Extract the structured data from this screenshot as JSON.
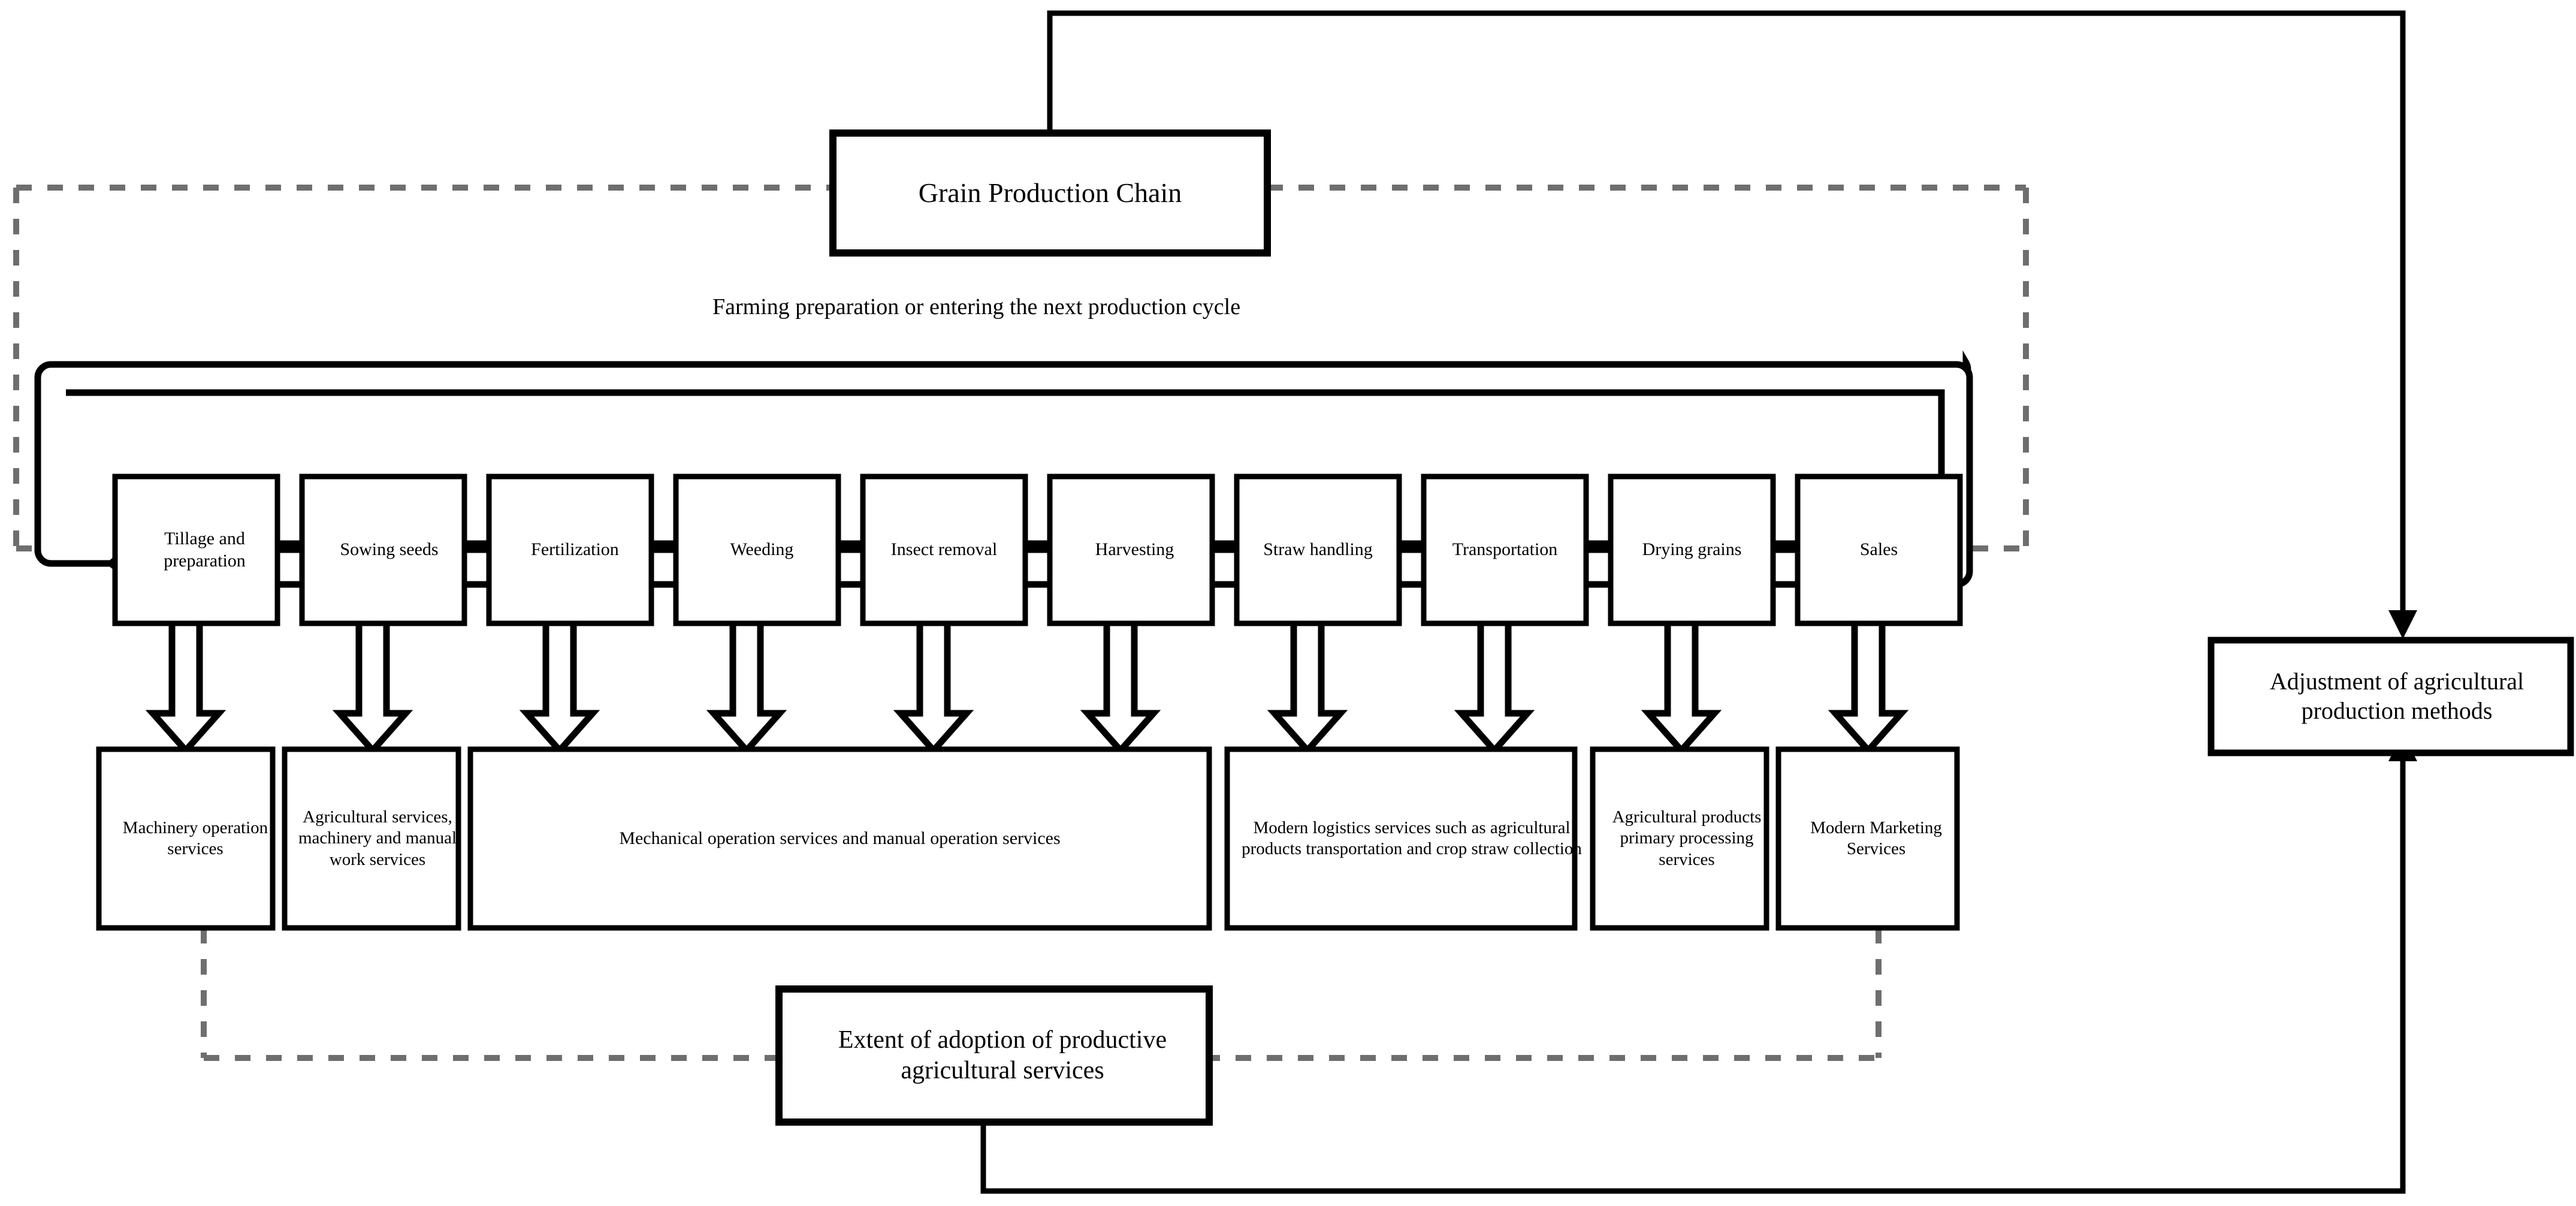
{
  "diagram": {
    "title_box": {
      "label": "Grain Production Chain"
    },
    "cycle_note": {
      "label": "Farming preparation or entering the next production cycle"
    },
    "feedback_box": {
      "label": "Adjustment of agricultural production methods"
    },
    "adoption_box": {
      "label": "Extent of adoption of productive agricultural services"
    },
    "chain_steps": [
      {
        "id": "tillage",
        "label": "Tillage and preparation"
      },
      {
        "id": "sowing",
        "label": "Sowing seeds"
      },
      {
        "id": "fertilization",
        "label": "Fertilization"
      },
      {
        "id": "weeding",
        "label": "Weeding"
      },
      {
        "id": "insect",
        "label": "Insect removal"
      },
      {
        "id": "harvesting",
        "label": "Harvesting"
      },
      {
        "id": "straw",
        "label": "Straw handling"
      },
      {
        "id": "transportation",
        "label": "Transportation"
      },
      {
        "id": "drying",
        "label": "Drying grains"
      },
      {
        "id": "sales",
        "label": "Sales"
      }
    ],
    "service_boxes": [
      {
        "id": "machinery-operation",
        "label": "Machinery operation services"
      },
      {
        "id": "agricultural-manual",
        "label": "Agricultural services, machinery and manual work services"
      },
      {
        "id": "mechanical-manual",
        "label": "Mechanical operation services and manual operation services"
      },
      {
        "id": "modern-logistics",
        "label": "Modern logistics services such as agricultural products transportation and crop straw collection"
      },
      {
        "id": "primary-processing",
        "label": "Agricultural products primary processing services"
      },
      {
        "id": "modern-marketing",
        "label": "Modern Marketing Services"
      }
    ],
    "colors": {
      "stroke": "#000000",
      "dashed": "#6e6e6e",
      "background": "#ffffff"
    }
  }
}
